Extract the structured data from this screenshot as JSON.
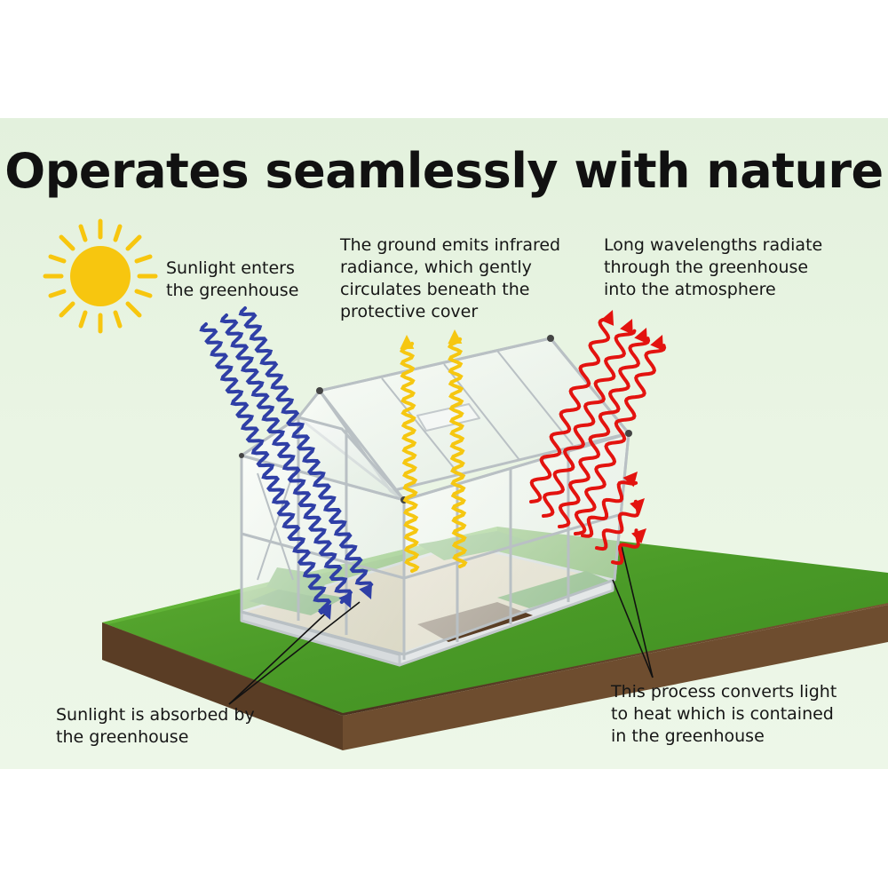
{
  "title": "Operates seamlessly with nature",
  "labels": {
    "sunlight_enters": "Sunlight enters\nthe greenhouse",
    "ground_emits": "The ground emits infrared\nradiance, which gently\ncirculates beneath the\nprotective cover",
    "long_wavelengths": "Long wavelengths radiate\nthrough the greenhouse\ninto the atmosphere",
    "absorbed": "Sunlight is absorbed by\nthe greenhouse",
    "converts": "This process converts light\nto heat which is contained\nin the greenhouse"
  },
  "colors": {
    "background": "#e6f3e0",
    "sun": "#f7c60f",
    "sunlight_wave": "#2f3fa6",
    "infrared_wave": "#f6c711",
    "heat_wave": "#e3130f",
    "grass": "#4f9e2b",
    "soil": "#6b4a2c"
  },
  "icons": [
    "sun-icon",
    "wave-arrow-icon"
  ]
}
